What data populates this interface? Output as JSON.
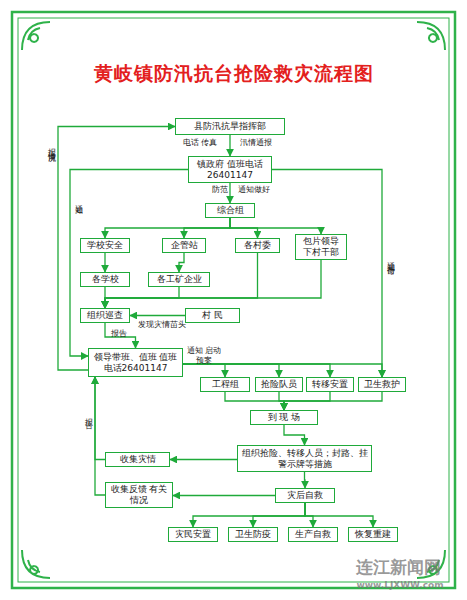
{
  "diagram": {
    "title": "黄岐镇防汛抗台抢险救灾流程图",
    "nodes": [
      {
        "text": [
          "县防汛抗旱指挥部"
        ]
      },
      {
        "text": [
          "镇政府 值班电话26401147"
        ]
      },
      {
        "text": [
          "综合组"
        ]
      },
      {
        "text": [
          "学校安全"
        ]
      },
      {
        "text": [
          "企管站"
        ]
      },
      {
        "text": [
          "各村委"
        ]
      },
      {
        "text": [
          "包片领导 下村干部"
        ]
      },
      {
        "text": [
          "各学校"
        ]
      },
      {
        "text": [
          "各工矿企业"
        ]
      },
      {
        "text": [
          "组织巡查"
        ]
      },
      {
        "text": [
          "村 民"
        ]
      },
      {
        "text": [
          "领导带班、值班 值班电话26401147"
        ]
      },
      {
        "text": [
          "工程组"
        ]
      },
      {
        "text": [
          "抢险队员"
        ]
      },
      {
        "text": [
          "转移安置"
        ]
      },
      {
        "text": [
          "卫生救护"
        ]
      },
      {
        "text": [
          "到 现 场"
        ]
      },
      {
        "text": [
          "组织抢险、转移人员；封路、挂警示牌等措施"
        ]
      },
      {
        "text": [
          "收集灾情"
        ]
      },
      {
        "text": [
          "收集反馈 有关情况"
        ]
      },
      {
        "text": [
          "灾后自救"
        ]
      },
      {
        "text": [
          "灾民安置"
        ]
      },
      {
        "text": [
          "卫生防疫"
        ]
      },
      {
        "text": [
          "生产自救"
        ]
      },
      {
        "text": [
          "恢复重建"
        ]
      }
    ],
    "edges": [
      {
        "from": 0,
        "to": 1,
        "arrow": "to",
        "label": "电话 传真"
      },
      {
        "from": 1,
        "to": 2,
        "arrow": "to",
        "label": "通知做好"
      },
      {
        "from": 2,
        "to": 3,
        "arrow": "to"
      },
      {
        "from": 2,
        "to": 4,
        "arrow": "to"
      },
      {
        "from": 2,
        "to": 5,
        "arrow": "to"
      },
      {
        "from": 2,
        "to": 6,
        "arrow": "to"
      },
      {
        "from": 3,
        "to": 7,
        "arrow": "to"
      },
      {
        "from": 4,
        "to": 8,
        "arrow": "to"
      },
      {
        "from": 7,
        "to": 9,
        "arrow": "to"
      },
      {
        "from": 8,
        "to": 9,
        "arrow": "to"
      },
      {
        "from": 5,
        "to": 9,
        "arrow": "to"
      },
      {
        "from": 6,
        "to": 9,
        "arrow": "to"
      },
      {
        "from": 10,
        "to": 9,
        "arrow": "to",
        "label": "发现灾情苗头"
      },
      {
        "from": 9,
        "to": 11,
        "arrow": "to",
        "label": "报告"
      },
      {
        "from": 1,
        "to": 11,
        "arrow": "to",
        "label": "通知"
      },
      {
        "from": 11,
        "to": 0,
        "arrow": "to",
        "label": "报告情况"
      },
      {
        "from": 11,
        "to": 12,
        "arrow": "to",
        "label": "通知 启动预案"
      },
      {
        "from": 11,
        "to": 13,
        "arrow": "to"
      },
      {
        "from": 11,
        "to": 14,
        "arrow": "to"
      },
      {
        "from": 11,
        "to": 15,
        "arrow": "to"
      },
      {
        "from": 1,
        "to": 15,
        "arrow": "to",
        "label": "通知待命"
      },
      {
        "from": 12,
        "to": 16,
        "arrow": "to"
      },
      {
        "from": 13,
        "to": 16,
        "arrow": "to"
      },
      {
        "from": 14,
        "to": 16,
        "arrow": "to"
      },
      {
        "from": 15,
        "to": 16,
        "arrow": "to"
      },
      {
        "from": 16,
        "to": 17,
        "arrow": "to"
      },
      {
        "from": 17,
        "to": 18,
        "arrow": "to"
      },
      {
        "from": 18,
        "to": 11,
        "arrow": "to",
        "label": "报告"
      },
      {
        "from": 19,
        "to": 11,
        "arrow": "to"
      },
      {
        "from": 17,
        "to": 20,
        "arrow": "to"
      },
      {
        "from": 20,
        "to": 19,
        "arrow": "to"
      },
      {
        "from": 20,
        "to": 21,
        "arrow": "to"
      },
      {
        "from": 20,
        "to": 22,
        "arrow": "to"
      },
      {
        "from": 20,
        "to": 23,
        "arrow": "to"
      },
      {
        "from": 20,
        "to": 24,
        "arrow": "to"
      }
    ],
    "labels": [
      "汛情通报",
      "防范",
      "连江新闻网",
      "www.LJXWW.com"
    ]
  }
}
